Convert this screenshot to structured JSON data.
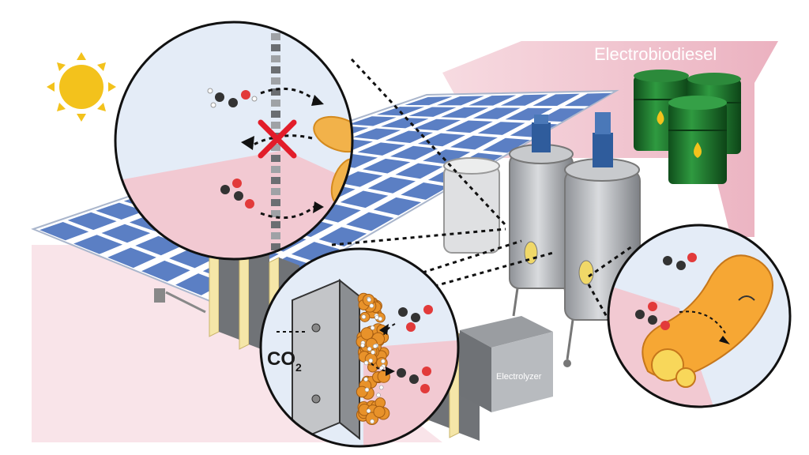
{
  "labels": {
    "output_product": "Electrobiodiesel",
    "input_gas": "CO",
    "input_gas_subscript": "2",
    "device": "Electrolyzer"
  },
  "colors": {
    "sky_blue": "#dfe8f5",
    "pink": "#f2c9d2",
    "arrow_pink": "#e98aa6",
    "solar_panel": "#5b7fc4",
    "sun": "#f3c21c",
    "bacteria": "#f2b24a",
    "drum_green": "#1f7a2e",
    "motor_blue": "#2f5c9c",
    "steel": "#b9bcc0"
  },
  "icons": [
    "sun-icon",
    "solar-panel-icon",
    "bacteria-icon",
    "barrel-icon",
    "bioreactor-icon",
    "molecule-icon",
    "blocked-x-icon",
    "electrolyzer-box-icon"
  ]
}
